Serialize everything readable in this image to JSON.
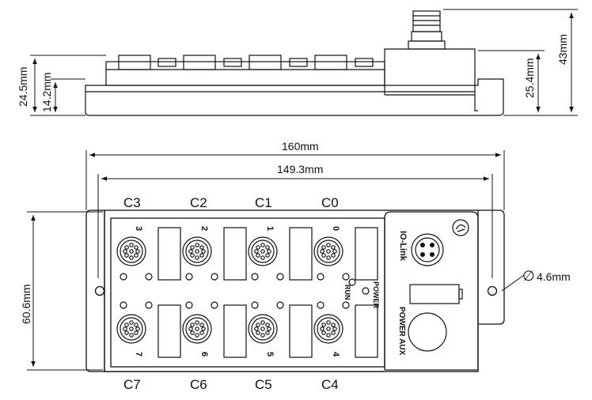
{
  "side_view": {
    "dims": {
      "overall_height_left": "24.5mm",
      "base_height": "14.2mm",
      "head_height": "25.4mm",
      "total_height": "43mm"
    }
  },
  "top_view": {
    "dims": {
      "overall_length": "160mm",
      "hole_spacing": "149.3mm",
      "width": "60.6mm",
      "hole_diameter": "4.6mm",
      "diameter_symbol": "∅"
    },
    "top_channels": [
      "C3",
      "C2",
      "C1",
      "C0"
    ],
    "bottom_channels": [
      "C7",
      "C6",
      "C5",
      "C4"
    ],
    "port_numbers_top": [
      "3",
      "2",
      "1",
      "0"
    ],
    "port_numbers_bottom": [
      "7",
      "6",
      "5",
      "4"
    ],
    "io_link_label": "IO-Link",
    "run_label": "RUN",
    "power_label": "POWER",
    "power_aux_label": "POWER AUX"
  }
}
